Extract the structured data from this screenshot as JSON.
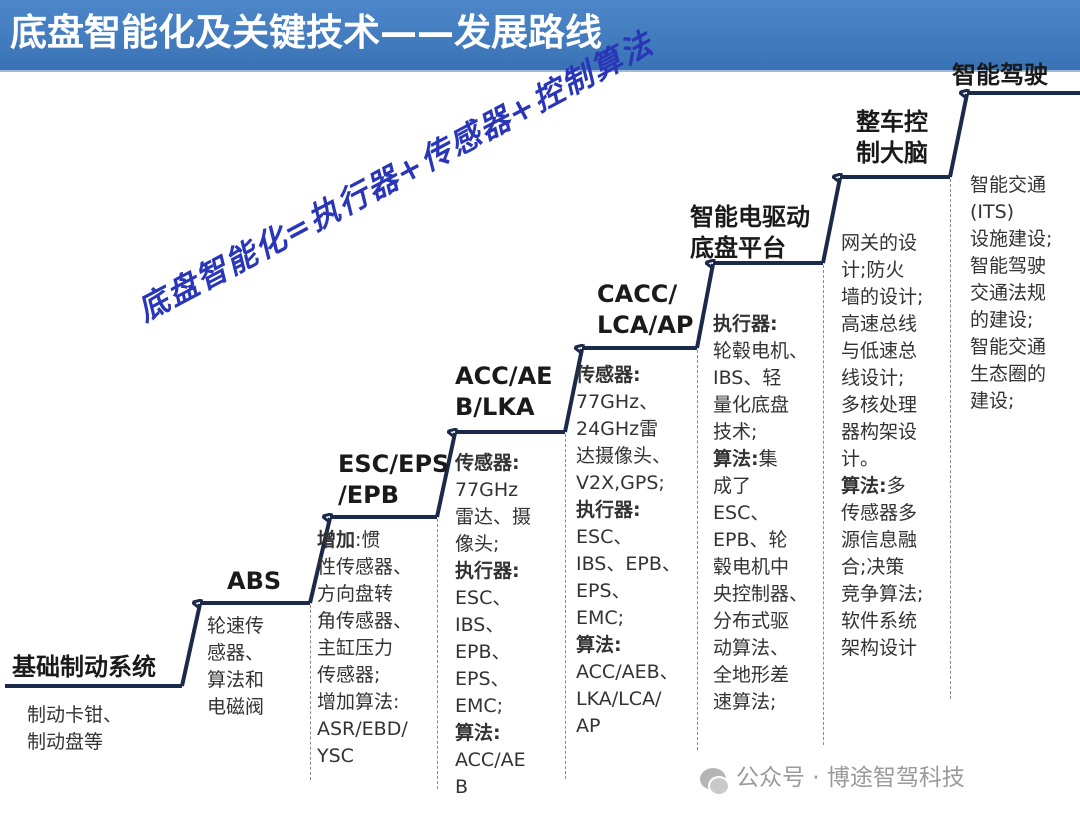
{
  "title": "底盘智能化及关键技术——发展路线",
  "slogan": "底盘智能化=执行器+传感器+控制算法",
  "stages": [
    {
      "label": "基础制动系统",
      "desc": "制动卡钳、\n制动盘等"
    },
    {
      "label": "ABS",
      "desc": "轮速传\n感器、\n算法和\n电磁阀"
    },
    {
      "label": "ESC/EPS\n/EPB",
      "desc_bold_1": "增加",
      "desc_1": ":惯\n性传感器、\n方向盘转\n角传感器、\n主缸压力\n传感器;\n增加算法:\nASR/EBD/\nYSC"
    },
    {
      "label": "ACC/AE\nB/LKA",
      "desc_bold_1": "传感器:",
      "desc_1": "\n77GHz\n雷达、摄\n像头;",
      "desc_bold_2": "\n执行器:",
      "desc_2": "\nESC、\nIBS、\nEPB、\nEPS、\nEMC;",
      "desc_bold_3": "\n算法:",
      "desc_3": "\nACC/AE\nB"
    },
    {
      "label": "CACC/\nLCA/AP",
      "desc_bold_1": "传感器:",
      "desc_1": "\n77GHz、\n24GHz雷\n达摄像头、\nV2X,GPS;",
      "desc_bold_2": "\n执行器:",
      "desc_2": "\nESC、\nIBS、EPB、\nEPS、\nEMC;",
      "desc_bold_3": "\n算法:",
      "desc_3": "\nACC/AEB、\nLKA/LCA/\nAP"
    },
    {
      "label": "智能电驱动\n底盘平台",
      "desc_bold_1": "执行器:",
      "desc_1": "\n轮毂电机、\nIBS、轻\n量化底盘\n技术;",
      "desc_bold_2": "\n算法:",
      "desc_2": "集\n成了\nESC、\nEPB、轮\n毂电机中\n央控制器、\n分布式驱\n动算法、\n全地形差\n速算法;"
    },
    {
      "label": "整车控\n制大脑",
      "desc_1": "网关的设\n计;防火\n墙的设计;\n高速总线\n与低速总\n线设计;\n多核处理\n器构架设\n计。",
      "desc_bold_2": "\n算法:",
      "desc_2": "多\n传感器多\n源信息融\n合;决策\n竞争算法;\n软件系统\n架构设计"
    },
    {
      "label": "智能驾驶",
      "desc": "智能交通\n(ITS)\n设施建设;\n智能驾驶\n交通法规\n的建设;\n智能交通\n生态圈的\n建设;"
    }
  ],
  "watermark": "公众号 · 博途智驾科技",
  "colors": {
    "title_bar": "#3f79bd",
    "stairs": "#1b2a4a",
    "slogan": "#2a36b8"
  }
}
